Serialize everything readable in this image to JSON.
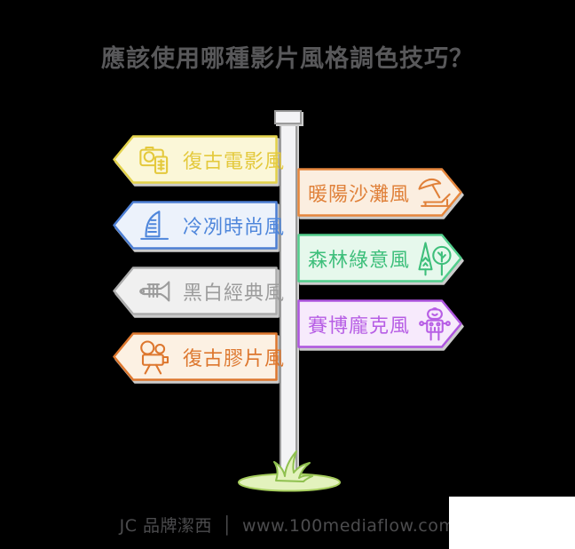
{
  "page": {
    "background": "#000000"
  },
  "title": {
    "text": "應該使用哪種影片風格調色技巧？",
    "color": "#58585A"
  },
  "signs": {
    "left": [
      {
        "label": "復古電影風",
        "icon": "camera-film-icon",
        "fill": "#FBF7D8",
        "stroke": "#E3D24A",
        "text_color": "#E4C93C"
      },
      {
        "label": "冷冽時尚風",
        "icon": "building-icon",
        "fill": "#ECF2FB",
        "stroke": "#4C7ED3",
        "text_color": "#4E86DB"
      },
      {
        "label": "黑白經典風",
        "icon": "trumpet-icon",
        "fill": "#F0F0F0",
        "stroke": "#ACACAC",
        "text_color": "#9C9C9C"
      },
      {
        "label": "復古膠片風",
        "icon": "movie-camera-icon",
        "fill": "#FCF1E3",
        "stroke": "#DD772E",
        "text_color": "#DD772E"
      }
    ],
    "right": [
      {
        "label": "暖陽沙灘風",
        "icon": "beach-icon",
        "fill": "#FBEEE0",
        "stroke": "#E6863C",
        "text_color": "#E0813A"
      },
      {
        "label": "森林綠意風",
        "icon": "trees-icon",
        "fill": "#E6F8EC",
        "stroke": "#52CE8C",
        "text_color": "#3EBF7B"
      },
      {
        "label": "賽博龐克風",
        "icon": "robot-icon",
        "fill": "#F7EAFC",
        "stroke": "#AE55DF",
        "text_color": "#B75EE5"
      }
    ]
  },
  "signpost": {
    "pole_fill": "#F3F3F5",
    "pole_stroke": "#9B9B9B",
    "grass_fill": "#E3F2BD",
    "grass_stroke": "#A6CD5D",
    "tuft_stroke": "#8FC04F"
  },
  "footer": {
    "brand": "JC 品牌潔西",
    "separator": "│",
    "url": "www.100mediaflow.com",
    "color": "#4C4C4E"
  },
  "white_box_color": "#FFFFFF"
}
